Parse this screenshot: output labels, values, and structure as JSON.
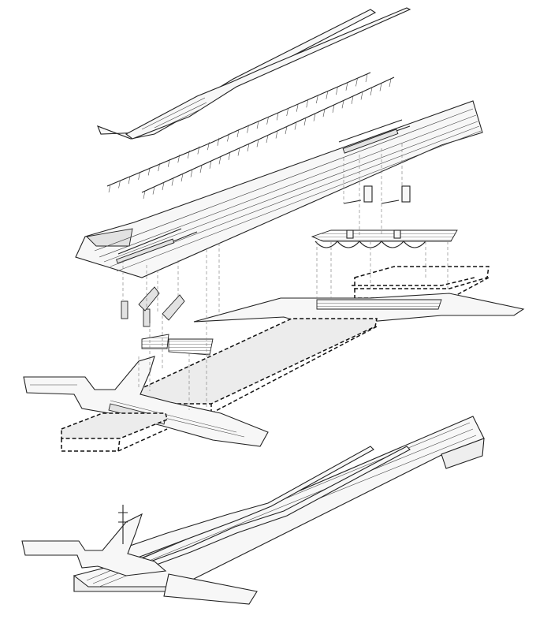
{
  "diagram": {
    "kind": "exploded-axonometric",
    "components": [
      {
        "id": "canopy",
        "icon": "roof-canopy-icon"
      },
      {
        "id": "canopy-columns",
        "icon": "column-row-icon"
      },
      {
        "id": "track-deck",
        "icon": "track-deck-icon"
      },
      {
        "id": "platform-bridge",
        "icon": "bridge-icon"
      },
      {
        "id": "street-plaza",
        "icon": "plaza-icon"
      },
      {
        "id": "stair-elevator-cores",
        "icon": "stair-icon"
      },
      {
        "id": "lower-concourse",
        "icon": "concourse-icon"
      },
      {
        "id": "assembled-station",
        "icon": "station-icon"
      }
    ],
    "colors": {
      "line": "#222222",
      "surface": "#f7f7f7",
      "shade": "#e2e2e2",
      "dash": "#111111"
    }
  }
}
